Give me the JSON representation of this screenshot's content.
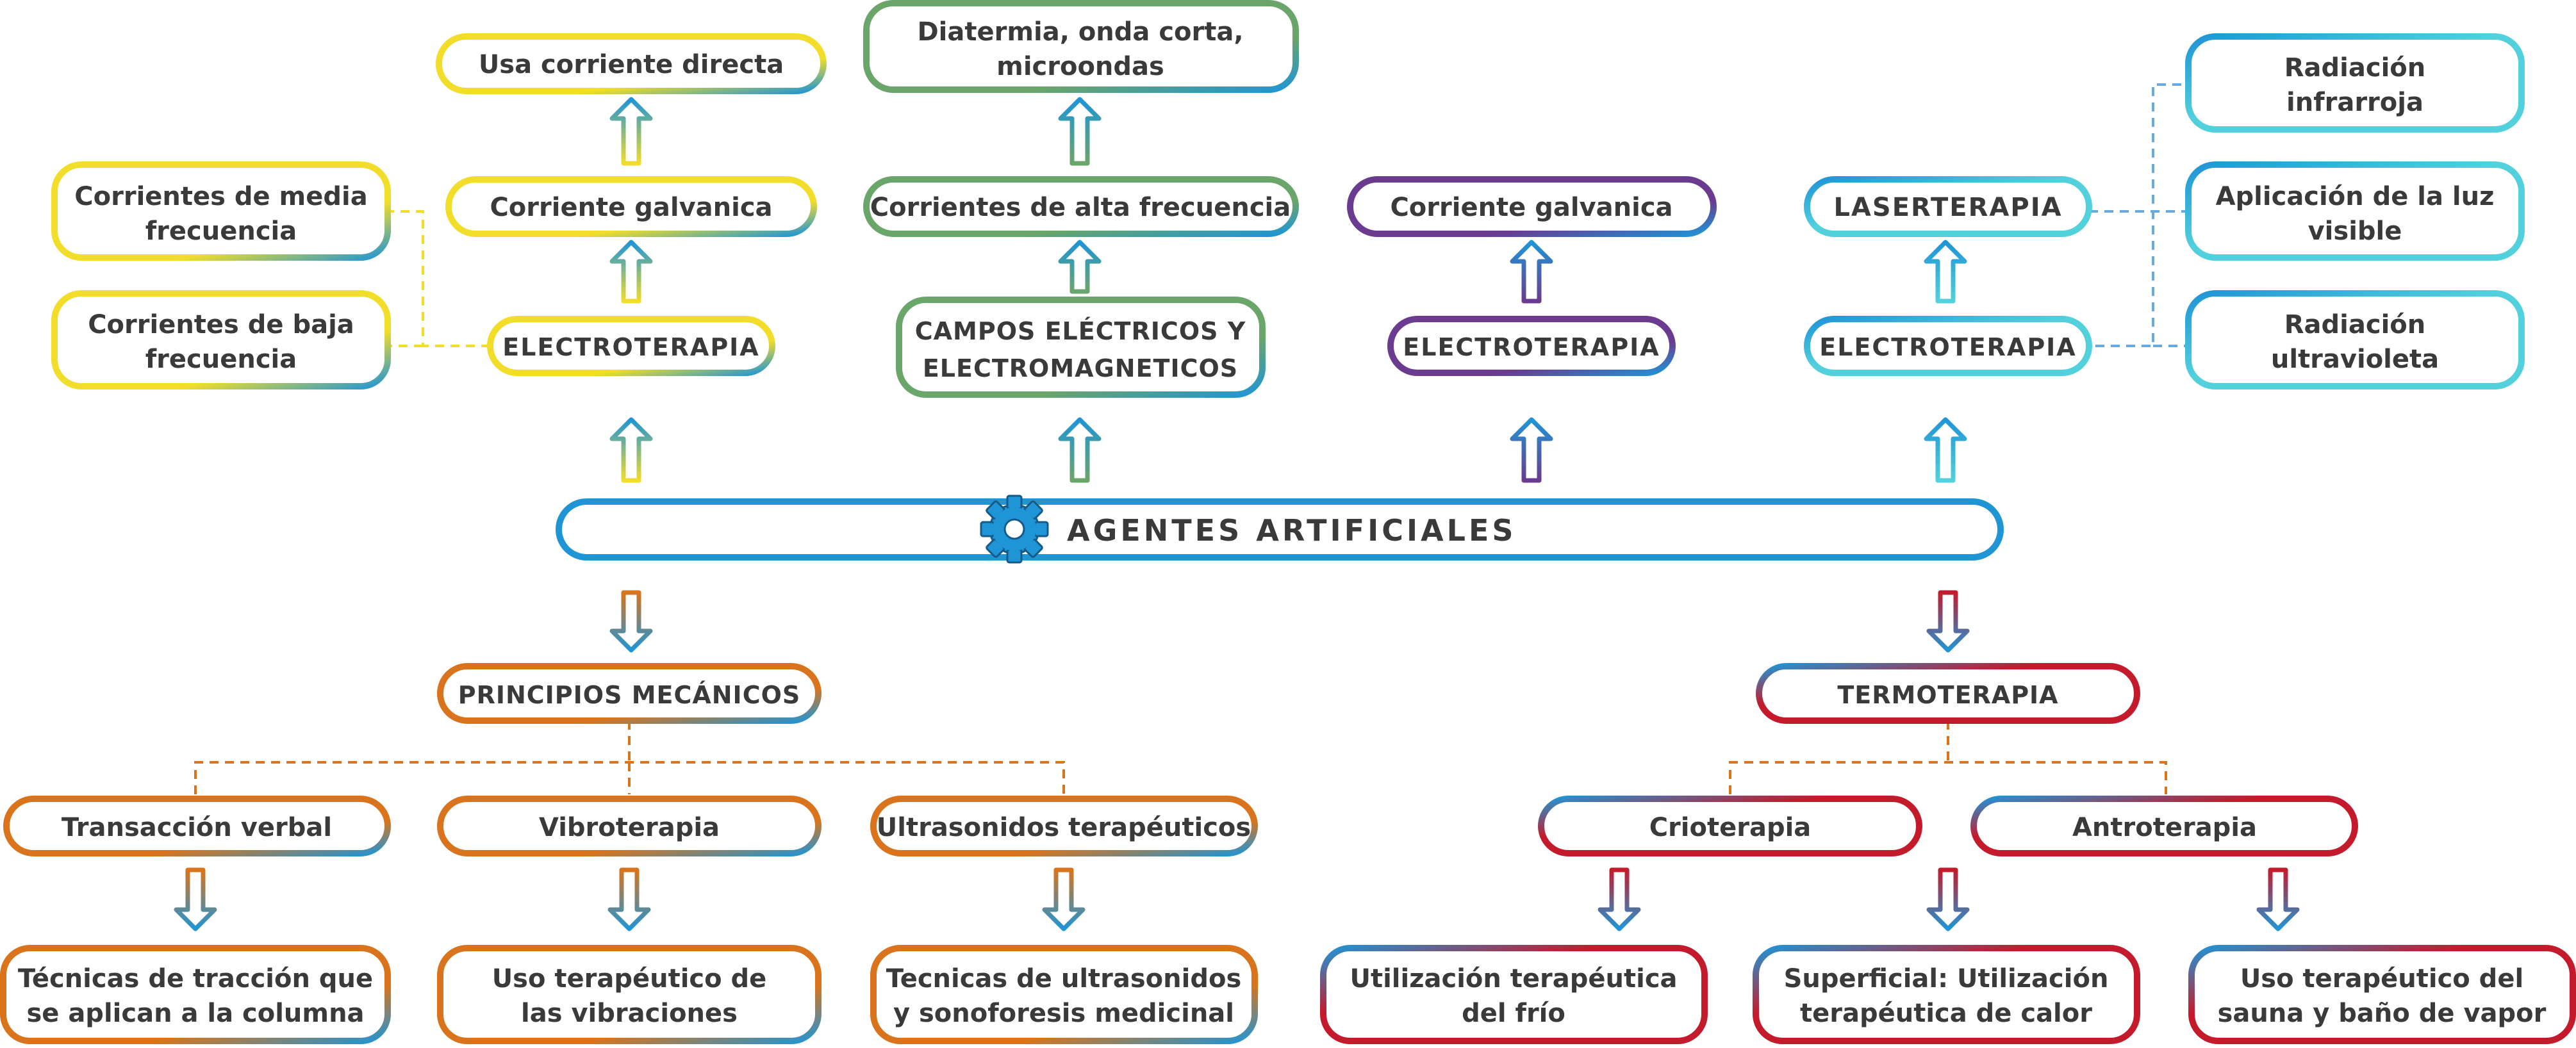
{
  "colors": {
    "yellow": "#f2dd2a",
    "green": "#6aa56a",
    "blue": "#1f95d6",
    "purple": "#6a3b8f",
    "cyan": "#52d0dc",
    "orange": "#d9741c",
    "red": "#c41b2c",
    "text": "#3a3a3a"
  },
  "center": {
    "title": "AGENTES ARTIFICIALES",
    "icon": "gear-icon"
  },
  "branches": {
    "electroterapia_1": {
      "root": "ELECTROTERAPIA",
      "mid": "Corriente galvanica",
      "top": "Usa corriente directa",
      "side_1": [
        "Corrientes de media",
        "frecuencia"
      ],
      "side_2": [
        "Corrientes de baja",
        "frecuencia"
      ]
    },
    "campos": {
      "root": [
        "CAMPOS ELÉCTRICOS Y",
        "ELECTROMAGNETICOS"
      ],
      "mid": "Corrientes de alta frecuencia",
      "top": [
        "Diatermia, onda corta,",
        "microondas"
      ]
    },
    "electroterapia_2": {
      "root": "ELECTROTERAPIA",
      "mid": "Corriente galvanica"
    },
    "electroterapia_3": {
      "root": "ELECTROTERAPIA",
      "mid": "LASERTERAPIA",
      "side_1": [
        "Radiación",
        "infrarroja"
      ],
      "side_2": [
        "Aplicación de la luz",
        "visible"
      ],
      "side_3": [
        "Radiación",
        "ultravioleta"
      ]
    },
    "mecanicos": {
      "root": "PRINCIPIOS MECÁNICOS",
      "children": [
        {
          "label": "Transacción verbal",
          "detail": [
            "Técnicas de tracción que",
            "se aplican a la columna"
          ]
        },
        {
          "label": "Vibroterapia",
          "detail": [
            "Uso terapéutico de",
            "las vibraciones"
          ]
        },
        {
          "label": "Ultrasonidos terapéuticos",
          "detail": [
            "Tecnicas de ultrasonidos",
            "y sonoforesis medicinal"
          ]
        }
      ]
    },
    "termoterapia": {
      "root": "TERMOTERAPIA",
      "children": [
        {
          "label": "Crioterapia"
        },
        {
          "label": "Antroterapia"
        }
      ],
      "details": [
        [
          "Utilización terapéutica",
          "del frío"
        ],
        [
          "Superficial: Utilización",
          "terapéutica de calor"
        ],
        [
          "Uso terapéutico del",
          "sauna y baño de vapor"
        ]
      ]
    }
  }
}
